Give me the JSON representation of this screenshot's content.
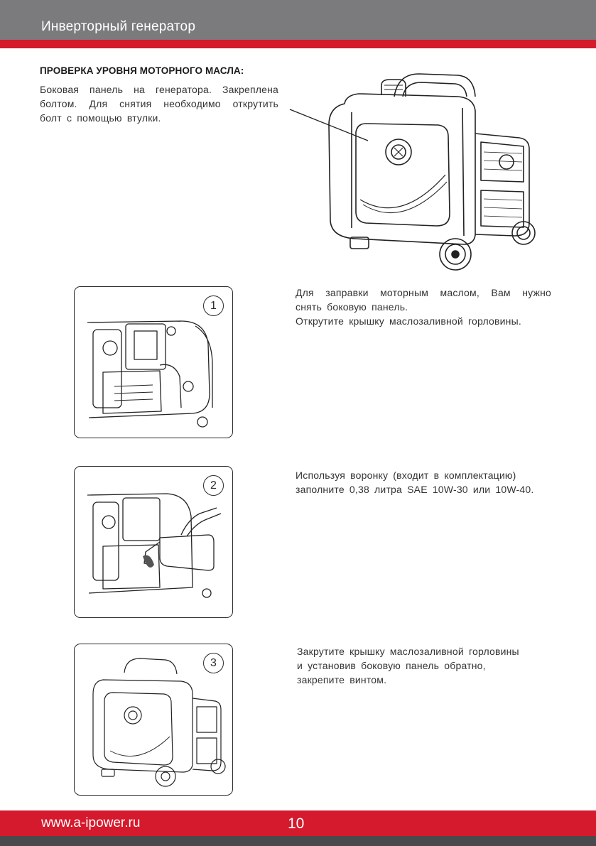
{
  "header": {
    "title": "Инверторный генератор"
  },
  "section": {
    "heading": "ПРОВЕРКА УРОВНЯ МОТОРНОГО МАСЛА:",
    "intro_lines": [
      "Боковая панель на генератора. Закреплена",
      "болтом. Для снятия необходимо открутить",
      "болт с помощью втулки."
    ]
  },
  "steps": [
    {
      "number": "1",
      "lines": [
        "Для заправки моторным маслом, Вам нужно",
        "снять боковую панель.",
        "Открутите крышку маслозаливной горловины."
      ]
    },
    {
      "number": "2",
      "lines": [
        "Используя воронку (входит в комплектацию)",
        "заполните 0,38 литра SAE 10W-30 или 10W-40."
      ]
    },
    {
      "number": "3",
      "lines": [
        "Закрутите крышку маслозаливной горловины",
        "и установив боковую панель обратно,",
        "закрепите винтом."
      ]
    }
  ],
  "footer": {
    "url": "www.a-ipower.ru",
    "page_number": "10"
  },
  "colors": {
    "header_gray": "#7b7b7d",
    "accent_red": "#d41a2c",
    "footer_dark": "#4a4a4c"
  },
  "icons": {
    "generator_illustration": "generator-icon",
    "engine_detail": "engine-illustration-icon",
    "funnel_pour": "oil-pour-illustration-icon"
  }
}
